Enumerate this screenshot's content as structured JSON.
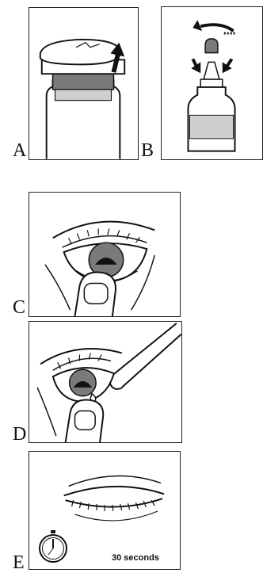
{
  "steps": [
    {
      "letter": "A"
    },
    {
      "letter": "B"
    },
    {
      "letter": "C"
    },
    {
      "letter": "D"
    },
    {
      "letter": "E",
      "caption": "30 seconds"
    }
  ],
  "colors": {
    "line": "#111111",
    "gray": "#7a7a7a",
    "light_gray": "#cfcfcf",
    "dark": "#222222"
  }
}
